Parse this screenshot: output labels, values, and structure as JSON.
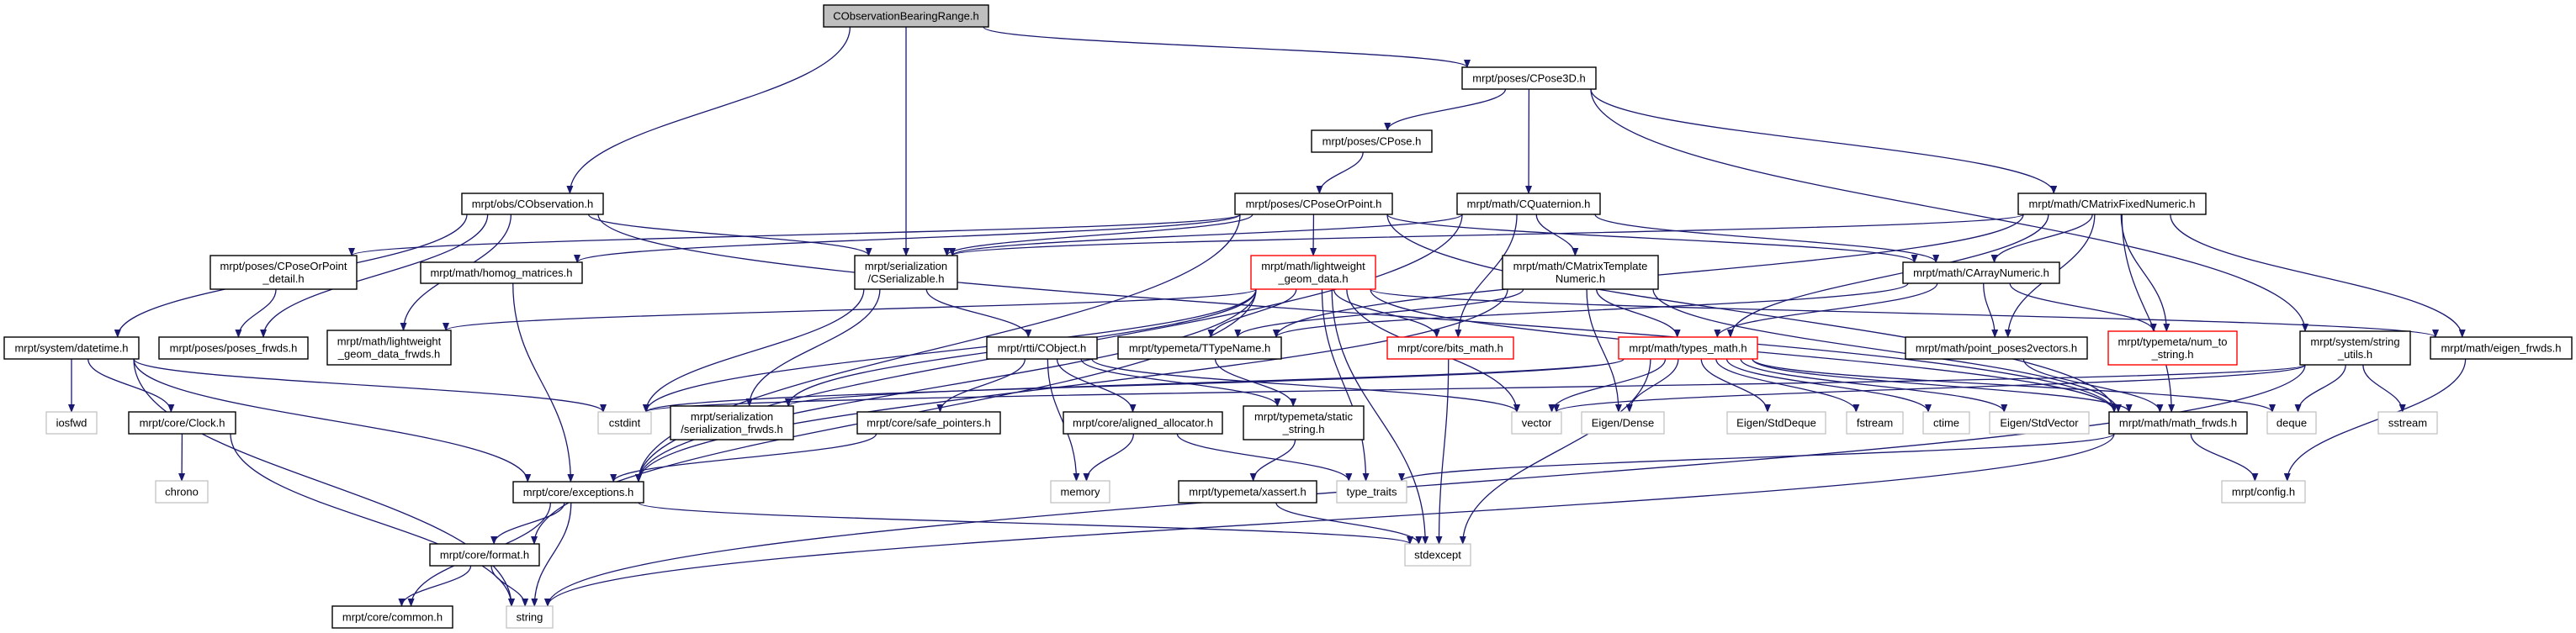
{
  "title": "CObservationBearingRange.h",
  "colors": {
    "edge": "#191970",
    "root_fill": "#bfbfbf",
    "normal_border": "#000000",
    "truncated_border": "#ff0000",
    "system_border": "#bfbfbf"
  },
  "nodes": [
    {
      "id": "root",
      "lines": [
        "CObservationBearingRange.h"
      ],
      "kind": "root"
    },
    {
      "id": "cpose3d",
      "lines": [
        "mrpt/poses/CPose3D.h"
      ],
      "kind": "normal"
    },
    {
      "id": "cpose",
      "lines": [
        "mrpt/poses/CPose.h"
      ],
      "kind": "normal"
    },
    {
      "id": "cobservation",
      "lines": [
        "mrpt/obs/CObservation.h"
      ],
      "kind": "normal"
    },
    {
      "id": "cposeorpoint",
      "lines": [
        "mrpt/poses/CPoseOrPoint.h"
      ],
      "kind": "normal"
    },
    {
      "id": "cquaternion",
      "lines": [
        "mrpt/math/CQuaternion.h"
      ],
      "kind": "normal"
    },
    {
      "id": "cmatrixfixed",
      "lines": [
        "mrpt/math/CMatrixFixedNumeric.h"
      ],
      "kind": "normal"
    },
    {
      "id": "cposeorpoint_detail",
      "lines": [
        "mrpt/poses/CPoseOrPoint",
        "_detail.h"
      ],
      "kind": "normal"
    },
    {
      "id": "homog",
      "lines": [
        "mrpt/math/homog_matrices.h"
      ],
      "kind": "normal"
    },
    {
      "id": "cserializable",
      "lines": [
        "mrpt/serialization",
        "/CSerializable.h"
      ],
      "kind": "normal"
    },
    {
      "id": "lwgeom",
      "lines": [
        "mrpt/math/lightweight",
        "_geom_data.h"
      ],
      "kind": "truncated"
    },
    {
      "id": "cmatrixtemplate",
      "lines": [
        "mrpt/math/CMatrixTemplate",
        "Numeric.h"
      ],
      "kind": "normal"
    },
    {
      "id": "carraynumeric",
      "lines": [
        "mrpt/math/CArrayNumeric.h"
      ],
      "kind": "normal"
    },
    {
      "id": "datetime",
      "lines": [
        "mrpt/system/datetime.h"
      ],
      "kind": "normal"
    },
    {
      "id": "poses_frwds",
      "lines": [
        "mrpt/poses/poses_frwds.h"
      ],
      "kind": "normal"
    },
    {
      "id": "lwgeom_frwds",
      "lines": [
        "mrpt/math/lightweight",
        "_geom_data_frwds.h"
      ],
      "kind": "normal"
    },
    {
      "id": "cobject",
      "lines": [
        "mrpt/rtti/CObject.h"
      ],
      "kind": "normal"
    },
    {
      "id": "ttypename",
      "lines": [
        "mrpt/typemeta/TTypeName.h"
      ],
      "kind": "normal"
    },
    {
      "id": "bits_math",
      "lines": [
        "mrpt/core/bits_math.h"
      ],
      "kind": "truncated"
    },
    {
      "id": "types_math",
      "lines": [
        "mrpt/math/types_math.h"
      ],
      "kind": "truncated"
    },
    {
      "id": "point_poses2vectors",
      "lines": [
        "mrpt/math/point_poses2vectors.h"
      ],
      "kind": "normal"
    },
    {
      "id": "num_to_string",
      "lines": [
        "mrpt/typemeta/num_to",
        "_string.h"
      ],
      "kind": "truncated"
    },
    {
      "id": "string_utils",
      "lines": [
        "mrpt/system/string",
        "_utils.h"
      ],
      "kind": "normal"
    },
    {
      "id": "eigen_frwds",
      "lines": [
        "mrpt/math/eigen_frwds.h"
      ],
      "kind": "normal"
    },
    {
      "id": "iosfwd",
      "lines": [
        "iosfwd"
      ],
      "kind": "system"
    },
    {
      "id": "clock",
      "lines": [
        "mrpt/core/Clock.h"
      ],
      "kind": "normal"
    },
    {
      "id": "cstdint",
      "lines": [
        "cstdint"
      ],
      "kind": "system"
    },
    {
      "id": "serialization_frwds",
      "lines": [
        "mrpt/serialization",
        "/serialization_frwds.h"
      ],
      "kind": "normal"
    },
    {
      "id": "safe_pointers",
      "lines": [
        "mrpt/core/safe_pointers.h"
      ],
      "kind": "normal"
    },
    {
      "id": "aligned_allocator",
      "lines": [
        "mrpt/core/aligned_allocator.h"
      ],
      "kind": "normal"
    },
    {
      "id": "static_string",
      "lines": [
        "mrpt/typemeta/static",
        "_string.h"
      ],
      "kind": "normal"
    },
    {
      "id": "vector",
      "lines": [
        "vector"
      ],
      "kind": "system"
    },
    {
      "id": "eigen_dense",
      "lines": [
        "Eigen/Dense"
      ],
      "kind": "system"
    },
    {
      "id": "eigen_stddeque",
      "lines": [
        "Eigen/StdDeque"
      ],
      "kind": "system"
    },
    {
      "id": "fstream",
      "lines": [
        "fstream"
      ],
      "kind": "system"
    },
    {
      "id": "ctime",
      "lines": [
        "ctime"
      ],
      "kind": "system"
    },
    {
      "id": "eigen_stdvector",
      "lines": [
        "Eigen/StdVector"
      ],
      "kind": "system"
    },
    {
      "id": "math_frwds",
      "lines": [
        "mrpt/math/math_frwds.h"
      ],
      "kind": "normal"
    },
    {
      "id": "deque",
      "lines": [
        "deque"
      ],
      "kind": "system"
    },
    {
      "id": "sstream",
      "lines": [
        "sstream"
      ],
      "kind": "system"
    },
    {
      "id": "chrono",
      "lines": [
        "chrono"
      ],
      "kind": "system"
    },
    {
      "id": "exceptions",
      "lines": [
        "mrpt/core/exceptions.h"
      ],
      "kind": "normal"
    },
    {
      "id": "memory",
      "lines": [
        "memory"
      ],
      "kind": "system"
    },
    {
      "id": "xassert",
      "lines": [
        "mrpt/typemeta/xassert.h"
      ],
      "kind": "normal"
    },
    {
      "id": "type_traits",
      "lines": [
        "type_traits"
      ],
      "kind": "system"
    },
    {
      "id": "config",
      "lines": [
        "mrpt/config.h"
      ],
      "kind": "system"
    },
    {
      "id": "format",
      "lines": [
        "mrpt/core/format.h"
      ],
      "kind": "normal"
    },
    {
      "id": "stdexcept",
      "lines": [
        "stdexcept"
      ],
      "kind": "system"
    },
    {
      "id": "common",
      "lines": [
        "mrpt/core/common.h"
      ],
      "kind": "normal"
    },
    {
      "id": "string",
      "lines": [
        "string"
      ],
      "kind": "system"
    }
  ],
  "edges": [
    [
      "root",
      "cobservation"
    ],
    [
      "root",
      "cserializable"
    ],
    [
      "root",
      "cpose3d"
    ],
    [
      "cpose3d",
      "cpose"
    ],
    [
      "cpose3d",
      "cquaternion"
    ],
    [
      "cpose3d",
      "cmatrixfixed"
    ],
    [
      "cpose3d",
      "string_utils"
    ],
    [
      "cpose",
      "cposeorpoint"
    ],
    [
      "cposeorpoint",
      "cposeorpoint_detail"
    ],
    [
      "cposeorpoint",
      "homog"
    ],
    [
      "cposeorpoint",
      "cserializable"
    ],
    [
      "cposeorpoint",
      "lwgeom"
    ],
    [
      "cposeorpoint",
      "exceptions"
    ],
    [
      "cposeorpoint",
      "carraynumeric"
    ],
    [
      "cposeorpoint",
      "math_frwds"
    ],
    [
      "cobservation",
      "datetime"
    ],
    [
      "cobservation",
      "poses_frwds"
    ],
    [
      "cobservation",
      "lwgeom_frwds"
    ],
    [
      "cobservation",
      "cserializable"
    ],
    [
      "cobservation",
      "math_frwds"
    ],
    [
      "cposeorpoint_detail",
      "poses_frwds"
    ],
    [
      "homog",
      "exceptions"
    ],
    [
      "cquaternion",
      "carraynumeric"
    ],
    [
      "cquaternion",
      "cmatrixtemplate"
    ],
    [
      "cquaternion",
      "bits_math"
    ],
    [
      "cquaternion",
      "cserializable"
    ],
    [
      "cquaternion",
      "exceptions"
    ],
    [
      "cmatrixfixed",
      "cserializable"
    ],
    [
      "cmatrixfixed",
      "carraynumeric"
    ],
    [
      "cmatrixfixed",
      "point_poses2vectors"
    ],
    [
      "cmatrixfixed",
      "num_to_string"
    ],
    [
      "cmatrixfixed",
      "types_math"
    ],
    [
      "cmatrixfixed",
      "math_frwds"
    ],
    [
      "cmatrixfixed",
      "eigen_frwds"
    ],
    [
      "cmatrixfixed",
      "ttypename"
    ],
    [
      "cserializable",
      "cobject"
    ],
    [
      "cserializable",
      "serialization_frwds"
    ],
    [
      "cserializable",
      "cstdint"
    ],
    [
      "lwgeom",
      "ttypename"
    ],
    [
      "lwgeom",
      "bits_math"
    ],
    [
      "lwgeom",
      "serialization_frwds"
    ],
    [
      "lwgeom",
      "lwgeom_frwds"
    ],
    [
      "lwgeom",
      "exceptions"
    ],
    [
      "lwgeom",
      "format"
    ],
    [
      "lwgeom",
      "vector"
    ],
    [
      "lwgeom",
      "stdexcept"
    ],
    [
      "lwgeom",
      "type_traits"
    ],
    [
      "lwgeom",
      "eigen_frwds"
    ],
    [
      "lwgeom",
      "math_frwds"
    ],
    [
      "lwgeom",
      "cstdint"
    ],
    [
      "cmatrixtemplate",
      "types_math"
    ],
    [
      "cmatrixtemplate",
      "ttypename"
    ],
    [
      "cmatrixtemplate",
      "eigen_dense"
    ],
    [
      "cmatrixtemplate",
      "math_frwds"
    ],
    [
      "cmatrixtemplate",
      "exceptions"
    ],
    [
      "carraynumeric",
      "types_math"
    ],
    [
      "carraynumeric",
      "point_poses2vectors"
    ],
    [
      "carraynumeric",
      "num_to_string"
    ],
    [
      "carraynumeric",
      "ttypename"
    ],
    [
      "datetime",
      "iosfwd"
    ],
    [
      "datetime",
      "clock"
    ],
    [
      "datetime",
      "cstdint"
    ],
    [
      "datetime",
      "exceptions"
    ],
    [
      "datetime",
      "string"
    ],
    [
      "clock",
      "chrono"
    ],
    [
      "clock",
      "string"
    ],
    [
      "cobject",
      "safe_pointers"
    ],
    [
      "cobject",
      "aligned_allocator"
    ],
    [
      "cobject",
      "memory"
    ],
    [
      "cobject",
      "static_string"
    ],
    [
      "cobject",
      "vector"
    ],
    [
      "ttypename",
      "static_string"
    ],
    [
      "bits_math",
      "stdexcept"
    ],
    [
      "types_math",
      "vector"
    ],
    [
      "types_math",
      "cstdint"
    ],
    [
      "types_math",
      "eigen_dense"
    ],
    [
      "types_math",
      "eigen_stddeque"
    ],
    [
      "types_math",
      "fstream"
    ],
    [
      "types_math",
      "ctime"
    ],
    [
      "types_math",
      "eigen_stdvector"
    ],
    [
      "types_math",
      "math_frwds"
    ],
    [
      "types_math",
      "deque"
    ],
    [
      "types_math",
      "serialization_frwds"
    ],
    [
      "types_math",
      "stdexcept"
    ],
    [
      "point_poses2vectors",
      "math_frwds"
    ],
    [
      "string_utils",
      "deque"
    ],
    [
      "string_utils",
      "sstream"
    ],
    [
      "string_utils",
      "string"
    ],
    [
      "string_utils",
      "cstdint"
    ],
    [
      "string_utils",
      "vector"
    ],
    [
      "eigen_frwds",
      "config"
    ],
    [
      "math_frwds",
      "config"
    ],
    [
      "math_frwds",
      "type_traits"
    ],
    [
      "math_frwds",
      "string"
    ],
    [
      "safe_pointers",
      "exceptions"
    ],
    [
      "aligned_allocator",
      "memory"
    ],
    [
      "aligned_allocator",
      "type_traits"
    ],
    [
      "static_string",
      "xassert"
    ],
    [
      "xassert",
      "stdexcept"
    ],
    [
      "exceptions",
      "format"
    ],
    [
      "exceptions",
      "common"
    ],
    [
      "exceptions",
      "string"
    ],
    [
      "exceptions",
      "stdexcept"
    ],
    [
      "format",
      "common"
    ],
    [
      "format",
      "string"
    ]
  ]
}
